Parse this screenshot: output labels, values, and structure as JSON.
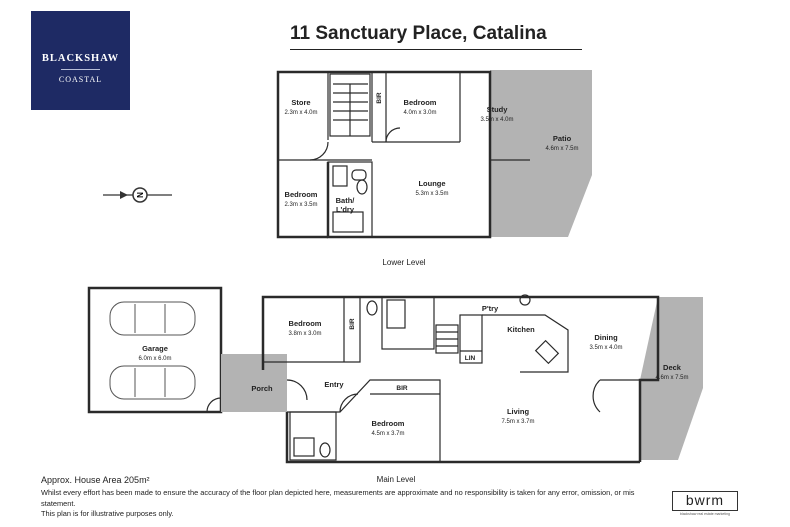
{
  "logo": {
    "brand": "BLACKSHAW",
    "sub": "COASTAL"
  },
  "title": "11 Sanctuary Place, Catalina",
  "lower_level": {
    "label": "Lower Level",
    "rooms": [
      {
        "name": "Store",
        "size": "2.3m x 4.0m"
      },
      {
        "name": "Bedroom",
        "size": "4.0m x 3.0m"
      },
      {
        "name": "Study",
        "size": "3.5m x 4.0m"
      },
      {
        "name": "Patio",
        "size": "4.6m x 7.5m"
      },
      {
        "name": "Bedroom",
        "size": "2.3m x 3.5m"
      },
      {
        "name": "Bath/\nL'dry",
        "size": ""
      },
      {
        "name": "Lounge",
        "size": "5.3m x 3.5m"
      }
    ],
    "bir": "BIR"
  },
  "main_level": {
    "label": "Main Level",
    "rooms": [
      {
        "name": "Garage",
        "size": "6.0m x 6.0m"
      },
      {
        "name": "Bedroom",
        "size": "3.8m x 3.0m"
      },
      {
        "name": "P'try",
        "size": ""
      },
      {
        "name": "Kitchen",
        "size": ""
      },
      {
        "name": "Dining",
        "size": "3.5m x 4.0m"
      },
      {
        "name": "Deck",
        "size": "4.6m x 7.5m"
      },
      {
        "name": "Porch",
        "size": ""
      },
      {
        "name": "Entry",
        "size": ""
      },
      {
        "name": "Bedroom",
        "size": "4.5m x 3.7m"
      },
      {
        "name": "Living",
        "size": "7.5m x 3.7m"
      }
    ],
    "bir_1": "BIR",
    "bir_2": "BIR",
    "lin": "LIN"
  },
  "compass": "N",
  "footer": {
    "area": "Approx. House Area 205m²",
    "disclaimer_1": "Whilst every effort has been made to ensure the accuracy of the floor plan depicted here, measurements are approximate and no responsibility is taken for any error, omission, or mis statement.",
    "disclaimer_2": "This plan is for illustrative purposes only.",
    "bwrm": "bwrm",
    "bwrm_sub": "blackshaw real estate marketing"
  },
  "colors": {
    "logo_bg": "#1e2a64",
    "deck": "#b3b3b3",
    "wall": "#2a2a2a"
  }
}
